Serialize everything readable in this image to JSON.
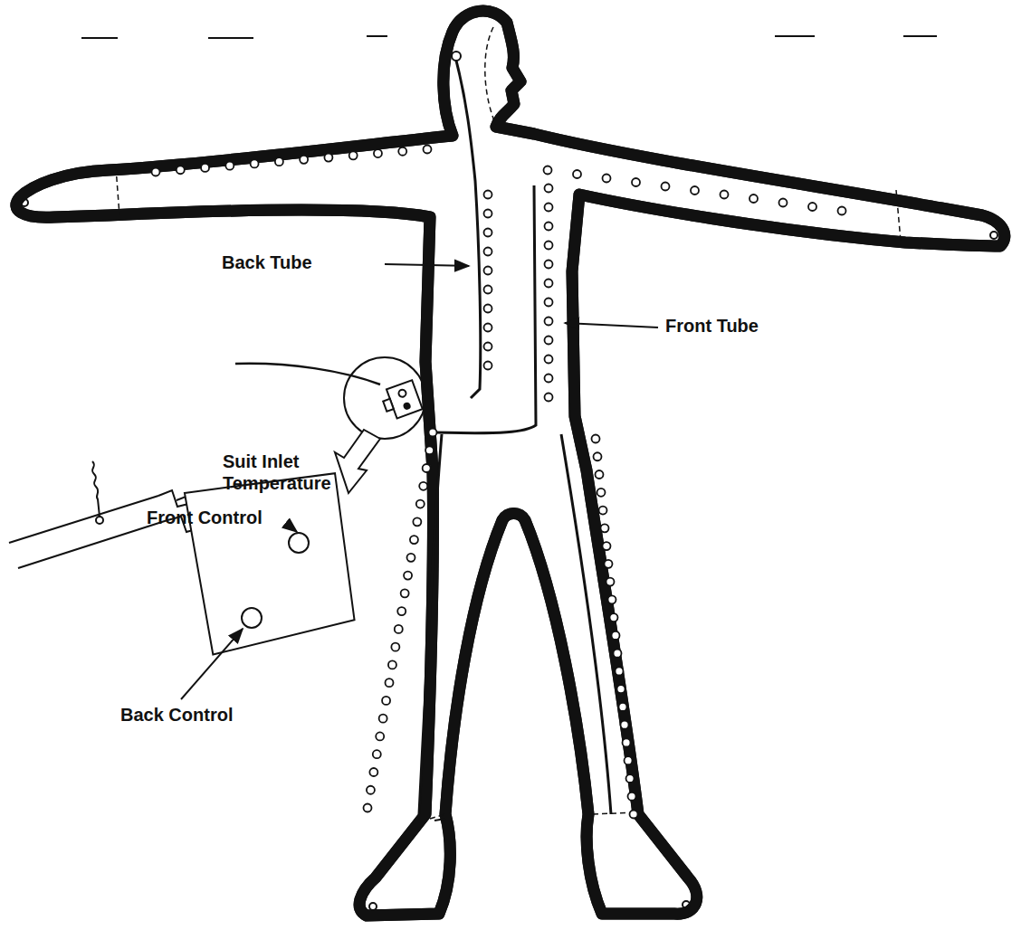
{
  "diagram": {
    "labels": [
      "Back Tube",
      "Front Tube",
      "Suit Inlet Temperature",
      "Front Control",
      "Back Control"
    ]
  }
}
